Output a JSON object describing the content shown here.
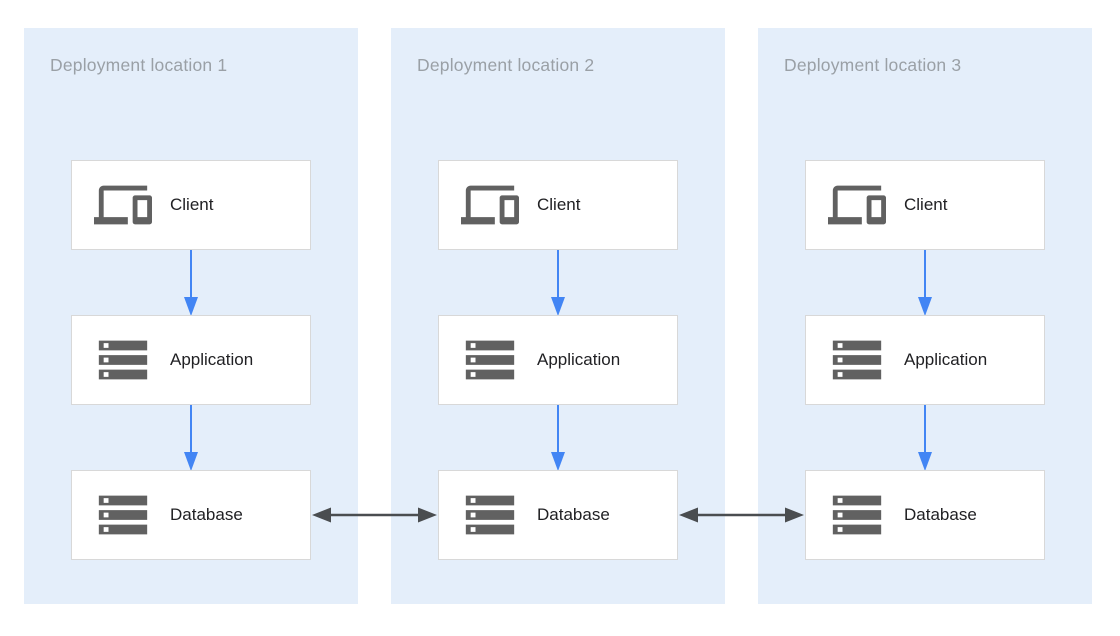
{
  "diagram": {
    "panels": [
      {
        "title": "Deployment location 1",
        "nodes": [
          {
            "label": "Client",
            "icon": "devices-icon"
          },
          {
            "label": "Application",
            "icon": "server-stack-icon"
          },
          {
            "label": "Database",
            "icon": "server-stack-icon"
          }
        ]
      },
      {
        "title": "Deployment location 2",
        "nodes": [
          {
            "label": "Client",
            "icon": "devices-icon"
          },
          {
            "label": "Application",
            "icon": "server-stack-icon"
          },
          {
            "label": "Database",
            "icon": "server-stack-icon"
          }
        ]
      },
      {
        "title": "Deployment location 3",
        "nodes": [
          {
            "label": "Client",
            "icon": "devices-icon"
          },
          {
            "label": "Application",
            "icon": "server-stack-icon"
          },
          {
            "label": "Database",
            "icon": "server-stack-icon"
          }
        ]
      }
    ],
    "flows": [
      {
        "panel": "Deployment location 1",
        "from": "Client",
        "to": "Application",
        "direction": "down"
      },
      {
        "panel": "Deployment location 1",
        "from": "Application",
        "to": "Database",
        "direction": "down"
      },
      {
        "panel": "Deployment location 2",
        "from": "Client",
        "to": "Application",
        "direction": "down"
      },
      {
        "panel": "Deployment location 2",
        "from": "Application",
        "to": "Database",
        "direction": "down"
      },
      {
        "panel": "Deployment location 3",
        "from": "Client",
        "to": "Application",
        "direction": "down"
      },
      {
        "panel": "Deployment location 3",
        "from": "Application",
        "to": "Database",
        "direction": "down"
      }
    ],
    "replication_links": [
      {
        "from": "Database (Deployment location 1)",
        "to": "Database (Deployment location 2)",
        "bidirectional": true
      },
      {
        "from": "Database (Deployment location 2)",
        "to": "Database (Deployment location 3)",
        "bidirectional": true
      }
    ],
    "colors": {
      "page_bg": "#ffffff",
      "panel_bg": "#e4eefa",
      "box_border": "#d8d8d8",
      "box_bg": "#ffffff",
      "title_text": "#9aa0a6",
      "label_text": "#212124",
      "icon_color": "#616161",
      "flow_arrow": "#4285f4",
      "replication_arrow": "#4a4d50"
    }
  }
}
